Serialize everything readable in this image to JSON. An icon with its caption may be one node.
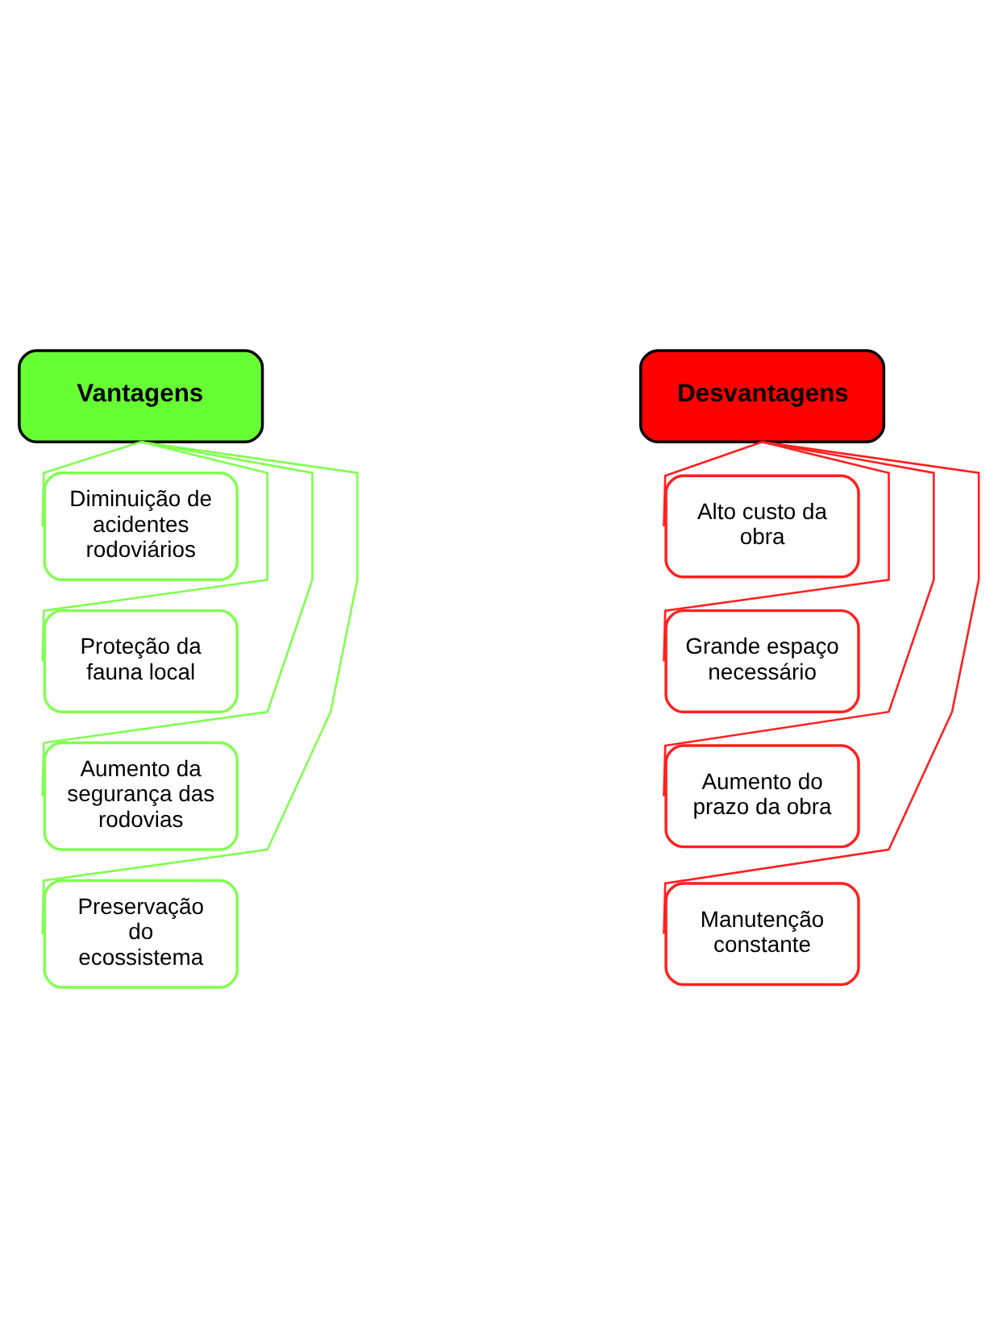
{
  "diagram": {
    "nodes": [
      {
        "text": [
          "Vantagens"
        ]
      },
      {
        "text": [
          "Diminuição de acidentes rodoviários"
        ]
      },
      {
        "text": [
          "Proteção da fauna local"
        ]
      },
      {
        "text": [
          "Aumento da segurança das rodovias"
        ]
      },
      {
        "text": [
          "Preservação do ecossistema"
        ]
      },
      {
        "text": [
          "Desvantagens"
        ]
      },
      {
        "text": [
          "Alto custo da obra"
        ]
      },
      {
        "text": [
          "Grande espaço necessário"
        ]
      },
      {
        "text": [
          "Aumento do prazo da obra"
        ]
      },
      {
        "text": [
          "Manutenção constante"
        ]
      }
    ],
    "edges": [
      {
        "from": 0,
        "to": 1,
        "arrow": "none",
        "color": "#80ff50"
      },
      {
        "from": 0,
        "to": 2,
        "arrow": "none",
        "color": "#80ff50"
      },
      {
        "from": 0,
        "to": 3,
        "arrow": "none",
        "color": "#80ff50"
      },
      {
        "from": 0,
        "to": 4,
        "arrow": "none",
        "color": "#80ff50"
      },
      {
        "from": 5,
        "to": 6,
        "arrow": "none",
        "color": "#ff2020"
      },
      {
        "from": 5,
        "to": 7,
        "arrow": "none",
        "color": "#ff2020"
      },
      {
        "from": 5,
        "to": 8,
        "arrow": "none",
        "color": "#ff2020"
      },
      {
        "from": 5,
        "to": 9,
        "arrow": "none",
        "color": "#ff2020"
      }
    ]
  }
}
